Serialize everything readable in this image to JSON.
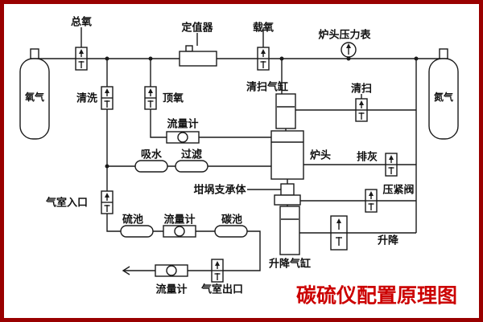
{
  "title": "碳硫仪配置原理图",
  "colors": {
    "frame_border": "#990000",
    "title_text": "#cc0000",
    "line": "#1a1a1a",
    "background": "#ffffff"
  },
  "labels": {
    "total_oxygen": "总氧",
    "regulator": "定值器",
    "carrier_oxygen": "载氧",
    "furnace_pressure_gauge": "炉头压力表",
    "oxygen_cylinder": "氧气",
    "nitrogen_cylinder": "氮气",
    "purge": "清洗",
    "top_oxygen": "顶氧",
    "sweep_cylinder": "清扫气缸",
    "sweep": "清扫",
    "flowmeter_top": "流量计",
    "water_absorber": "吸水",
    "filter": "过滤",
    "furnace_head": "炉头",
    "ash_discharge": "排灰",
    "gas_chamber_inlet": "气室入口",
    "crucible_support": "坩埚支承体",
    "clamp_valve": "压紧阀",
    "sulfur_cell": "硫池",
    "flowmeter_mid": "流量计",
    "carbon_cell": "碳池",
    "lift": "升降",
    "lift_cylinder": "升降气缸",
    "flowmeter_bottom": "流量计",
    "gas_chamber_outlet": "气室出口"
  }
}
